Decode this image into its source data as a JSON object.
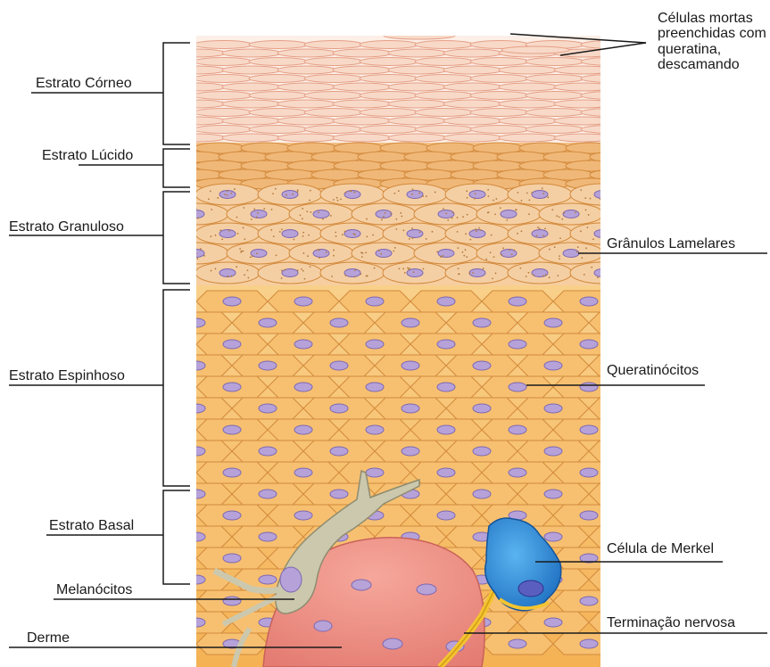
{
  "labels": {
    "left": {
      "corneo": "Estrato Córneo",
      "lucido": "Estrato Lúcido",
      "granuloso": "Estrato Granuloso",
      "espinhoso": "Estrato Espinhoso",
      "basal": "Estrato Basal",
      "melanocitos": "Melanócitos",
      "derme": "Derme"
    },
    "right": {
      "celulas_mortas": "Células mortas preenchidas com queratina, descamando",
      "granulos_lamelares": "Grânulos Lamelares",
      "queratinocitos": "Queratinócitos",
      "celula_merkel": "Célula de Merkel",
      "terminacao_nervosa": "Terminação nervosa"
    }
  },
  "colors": {
    "corneo_cell": "#f8d9c8",
    "corneo_edge": "#e59f86",
    "lucido": "#f0b878",
    "granuloso_cell": "#f5cfa4",
    "espinhoso_cell": "#f7c070",
    "cell_edge": "#d28a3c",
    "nucleus": "#b6a2d9",
    "nucleus_edge": "#7d68b0",
    "dermis": "#ee9186",
    "melanocyte": "#c9c6ac",
    "merkel": "#2f8fd8",
    "nerve": "#f3c431",
    "line": "#1a1a1a"
  }
}
